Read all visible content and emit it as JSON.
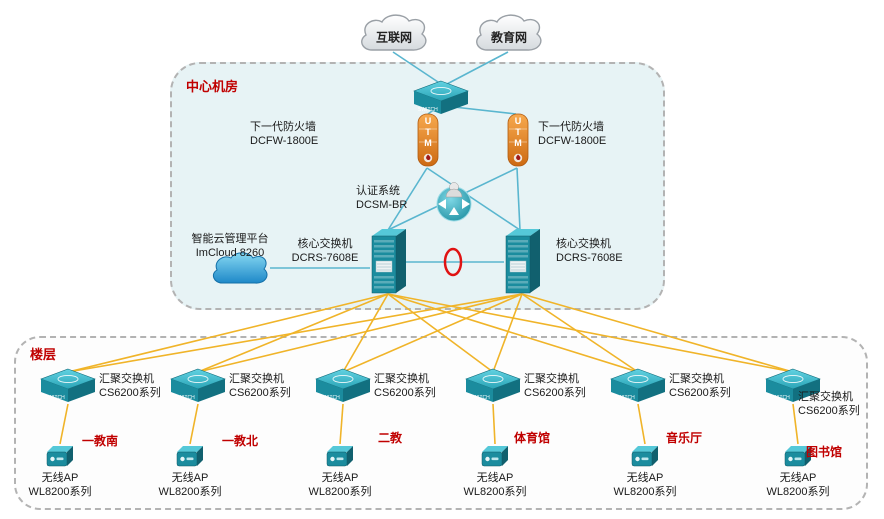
{
  "zones": {
    "datacenter_label": "中心机房",
    "floor_label": "楼层"
  },
  "top": {
    "internet_cloud": "互联网",
    "edu_cloud": "教育网"
  },
  "datacenter": {
    "firewall_left": {
      "name": "下一代防火墙",
      "model": "DCFW-1800E"
    },
    "firewall_right": {
      "name": "下一代防火墙",
      "model": "DCFW-1800E"
    },
    "auth": {
      "name": "认证系统",
      "model": "DCSM-BR"
    },
    "cloud_mgmt": {
      "name": "智能云管理平台",
      "model": "ImCloud 8260"
    },
    "core_left": {
      "name": "核心交换机",
      "model": "DCRS-7608E"
    },
    "core_right": {
      "name": "核心交换机",
      "model": "DCRS-7608E"
    }
  },
  "floor": {
    "nodes": [
      {
        "switch_name": "汇聚交换机",
        "switch_model": "CS6200系列",
        "location": "一教南",
        "ap_name": "无线AP",
        "ap_model": "WL8200系列"
      },
      {
        "switch_name": "汇聚交换机",
        "switch_model": "CS6200系列",
        "location": "一教北",
        "ap_name": "无线AP",
        "ap_model": "WL8200系列"
      },
      {
        "switch_name": "汇聚交换机",
        "switch_model": "CS6200系列",
        "location": "二教",
        "ap_name": "无线AP",
        "ap_model": "WL8200系列"
      },
      {
        "switch_name": "汇聚交换机",
        "switch_model": "CS6200系列",
        "location": "体育馆",
        "ap_name": "无线AP",
        "ap_model": "WL8200系列"
      },
      {
        "switch_name": "汇聚交换机",
        "switch_model": "CS6200系列",
        "location": "音乐厅",
        "ap_name": "无线AP",
        "ap_model": "WL8200系列"
      },
      {
        "switch_name": "汇聚交换机",
        "switch_model": "CS6200系列",
        "location": "图书馆",
        "ap_name": "无线AP",
        "ap_model": "WL8200系列"
      }
    ]
  },
  "icon_labels": {
    "switch_text": "SWITCH",
    "utm_text": "UTM"
  },
  "colors": {
    "link_blue": "#5ab6cf",
    "link_yellow": "#f0b429",
    "ring_red": "#e01212",
    "zone_red": "#c00000"
  }
}
